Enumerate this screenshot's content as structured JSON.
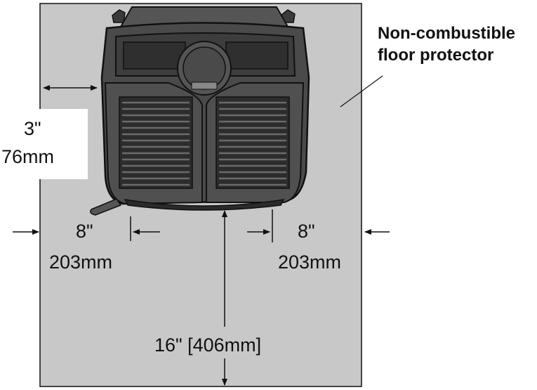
{
  "callout": {
    "line1": "Non-combustible",
    "line2": "floor protector"
  },
  "dimensions": {
    "rear_clearance": {
      "inches": "3\"",
      "mm": "76mm"
    },
    "left_side": {
      "inches": "8\"",
      "mm": "203mm"
    },
    "right_side": {
      "inches": "8\"",
      "mm": "203mm"
    },
    "front": {
      "label": "16\" [406mm]"
    }
  },
  "colors": {
    "floor_protector": "#c8c8c8",
    "stove_body": "#4a4a4a",
    "stove_dark": "#2e2e2e",
    "outline": "#111111"
  }
}
